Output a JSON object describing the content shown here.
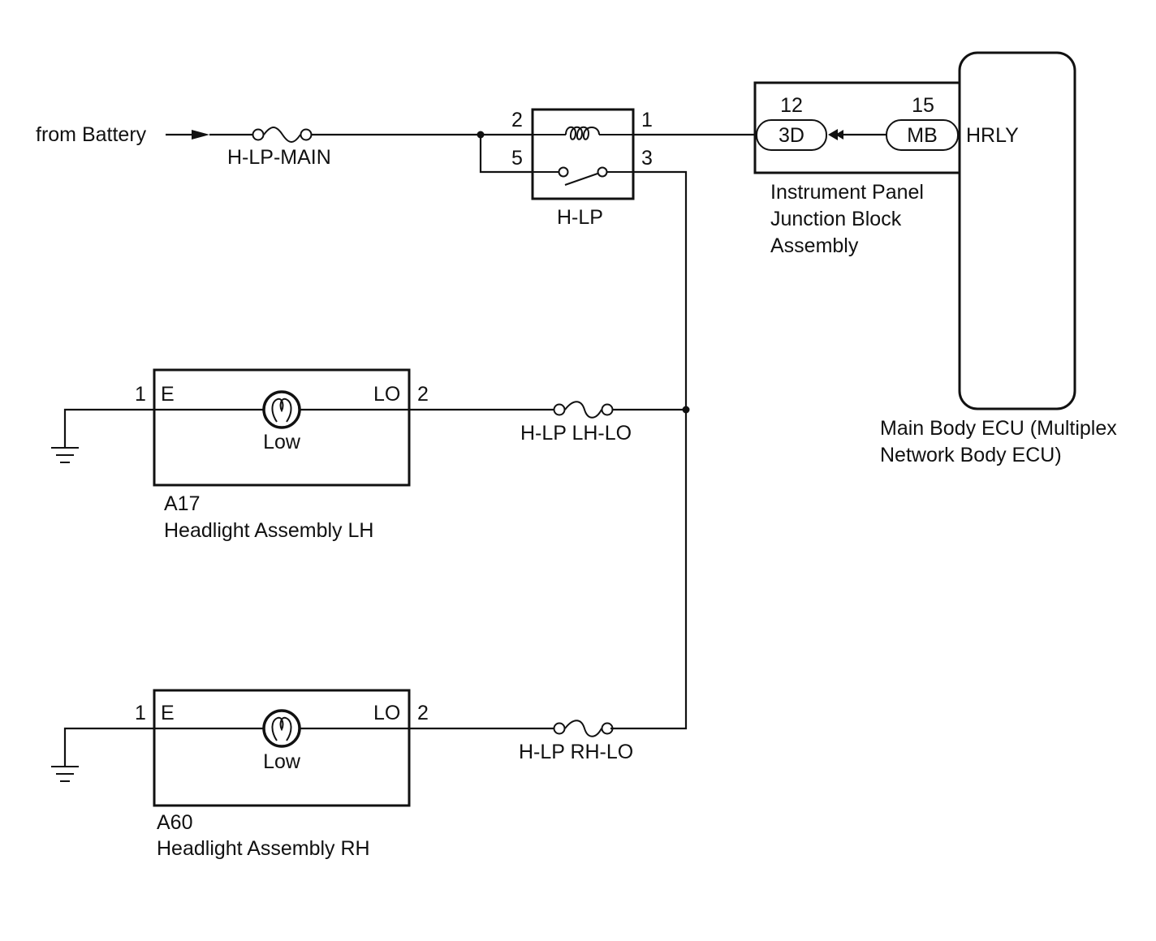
{
  "source": {
    "label": "from Battery"
  },
  "fuses": {
    "main": "H-LP-MAIN",
    "lh_lo": "H-LP LH-LO",
    "rh_lo": "H-LP RH-LO"
  },
  "relay": {
    "name": "H-LP",
    "pins": {
      "coil_in": "2",
      "coil_out": "1",
      "switch_in": "5",
      "switch_out": "3"
    }
  },
  "junction_block": {
    "name_lines": [
      "Instrument Panel",
      "Junction Block",
      "Assembly"
    ],
    "connector_3d": {
      "label": "3D",
      "pin": "12"
    },
    "connector_mb": {
      "label": "MB",
      "pin": "15"
    }
  },
  "ecu": {
    "name_lines": [
      "Main Body ECU (Multiplex",
      "Network Body ECU)"
    ],
    "terminal": "HRLY"
  },
  "headlight_lh": {
    "code": "A17",
    "name": "Headlight Assembly LH",
    "pin_left": "1",
    "terminal_left": "E",
    "terminal_right": "LO",
    "pin_right": "2",
    "bulb_label": "Low"
  },
  "headlight_rh": {
    "code": "A60",
    "name": "Headlight Assembly RH",
    "pin_left": "1",
    "terminal_left": "E",
    "terminal_right": "LO",
    "pin_right": "2",
    "bulb_label": "Low"
  }
}
